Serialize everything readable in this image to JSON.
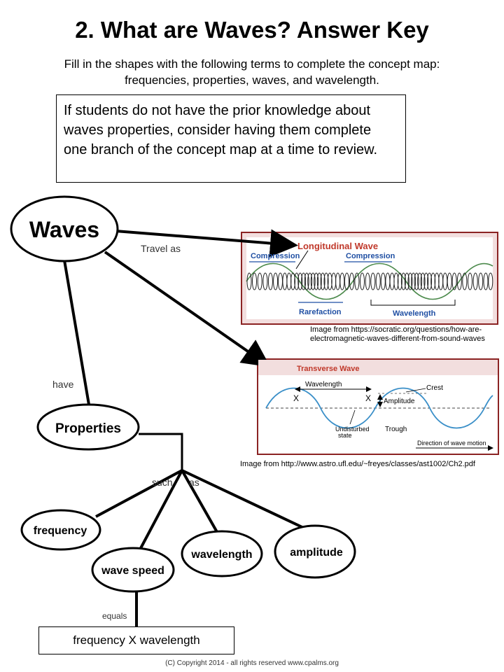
{
  "title": "2. What are Waves? Answer Key",
  "instructions": [
    "Fill in the shapes with the following terms to complete the concept map:",
    "frequencies, properties, waves, and wavelength."
  ],
  "note": "If students do not have the prior knowledge about waves properties, consider having them complete one branch of the concept map at a time to review.",
  "nodes": {
    "waves": "Waves",
    "properties": "Properties",
    "frequency": "frequency",
    "wave_speed": "wave speed",
    "wavelength": "wavelength",
    "amplitude": "amplitude",
    "formula": "frequency X wavelength"
  },
  "links": {
    "travel_as": "Travel as",
    "have": "have",
    "such": "such",
    "as": "as",
    "equals": "equals"
  },
  "longitudinal": {
    "title": "Longitudinal Wave",
    "compression1": "Compression",
    "compression2": "Compression",
    "rarefaction": "Rarefaction",
    "wavelength": "Wavelength",
    "caption": [
      "Image from https://socratic.org/questions/how-are-",
      "electromagnetic-waves-different-from-sound-waves"
    ]
  },
  "transverse": {
    "title": "Transverse Wave",
    "wavelength": "Wavelength",
    "crest": "Crest",
    "amplitude": "Amplitude",
    "undisturbed": [
      "Undisturbed",
      "state"
    ],
    "trough": "Trough",
    "direction": "Direction of wave motion",
    "caption": "Image from http://www.astro.ufl.edu/~freyes/classes/ast1002/Ch2.pdf"
  },
  "copyright": "(C) Copyright 2014 - all rights reserved www.cpalms.org",
  "colors": {
    "frame_red": "#8b2323",
    "label_red": "#c0392b",
    "label_blue": "#1f4fa3",
    "wave_green": "#4c8a4c",
    "wave_blue": "#3a8fc8"
  }
}
